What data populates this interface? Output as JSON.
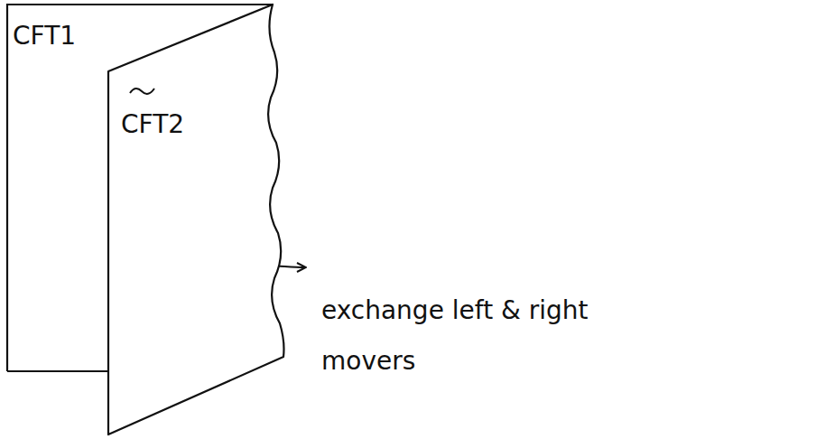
{
  "diagram": {
    "nodes": [
      {
        "text": [
          "CFT1"
        ]
      },
      {
        "text": [
          "CFT2"
        ]
      }
    ],
    "labels": [
      "exchange left & right movers"
    ]
  }
}
